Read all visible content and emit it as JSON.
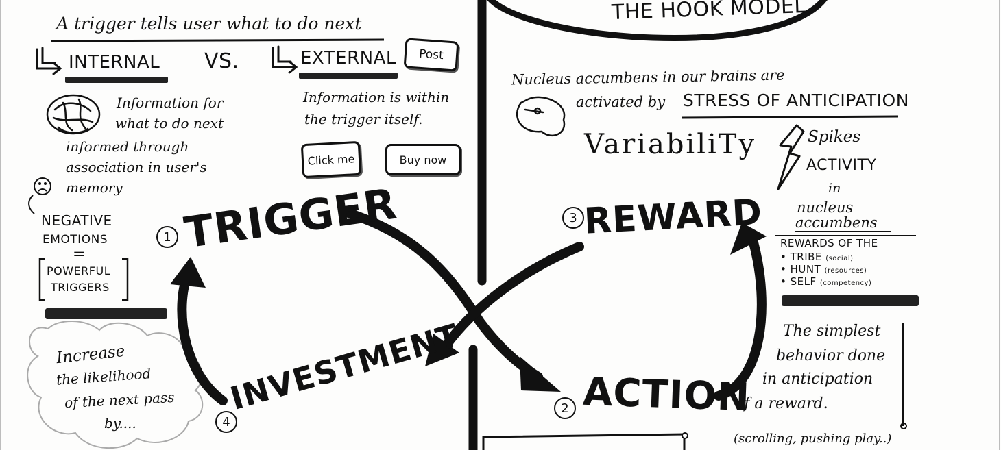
{
  "title": "THE HOOK MODEL",
  "trigger_section": {
    "heading": "A trigger tells user what to do next",
    "internal_label": "INTERNAL",
    "vs_label": "VS.",
    "external_label": "EXTERNAL",
    "post_button": "Post",
    "internal_desc": [
      "Information for",
      "what to do next",
      "informed through",
      "association in user's",
      "memory"
    ],
    "external_desc": [
      "Information is within",
      "the trigger itself."
    ],
    "click_me_button": "Click me",
    "buy_now_button": "Buy now",
    "negative_emotions": [
      "NEGATIVE",
      "EMOTIONS"
    ],
    "equals": "=",
    "powerful_triggers": [
      "POWERFUL",
      "TRIGGERS"
    ]
  },
  "investment_note": [
    "Increase",
    "the likelihood",
    "of the next pass",
    "by...."
  ],
  "reward_section": {
    "nucleus_line1": "Nucleus accumbens in our brains are",
    "nucleus_line2": "activated by",
    "stress_label": "STRESS OF ANTICIPATION",
    "variability": "VariabiliTy",
    "spikes": [
      "Spikes",
      "ACTIVITY",
      "in",
      "nucleus",
      "accumbens"
    ],
    "rewards_heading": "REWARDS OF THE",
    "rewards": [
      {
        "label": "TRIBE",
        "note": "(social)"
      },
      {
        "label": "HUNT",
        "note": "(resources)"
      },
      {
        "label": "SELF",
        "note": "(competency)"
      }
    ]
  },
  "action_section": {
    "desc": [
      "The simplest",
      "behavior done",
      "in anticipation",
      "of a reward."
    ],
    "examples": "(scrolling, pushing play..)"
  },
  "stages": [
    {
      "number": "1",
      "label": "TRIGGER"
    },
    {
      "number": "2",
      "label": "ACTION"
    },
    {
      "number": "3",
      "label": "REWARD"
    },
    {
      "number": "4",
      "label": "INVESTMENT"
    }
  ]
}
